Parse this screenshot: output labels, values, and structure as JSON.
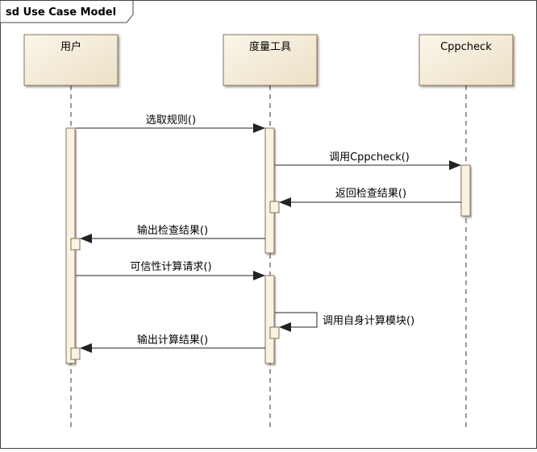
{
  "frame": {
    "title": "sd Use Case Model"
  },
  "participants": [
    {
      "id": "user",
      "label": "用户"
    },
    {
      "id": "tool",
      "label": "度量工具"
    },
    {
      "id": "cpp",
      "label": "Cppcheck"
    }
  ],
  "messages": [
    {
      "id": "m1",
      "from": "user",
      "to": "tool",
      "label": "选取规则()"
    },
    {
      "id": "m2",
      "from": "tool",
      "to": "cpp",
      "label": "调用Cppcheck()"
    },
    {
      "id": "m3",
      "from": "cpp",
      "to": "tool",
      "label": "返回检查结果()"
    },
    {
      "id": "m4",
      "from": "tool",
      "to": "user",
      "label": "输出检查结果()"
    },
    {
      "id": "m5",
      "from": "user",
      "to": "tool",
      "label": "可信性计算请求()"
    },
    {
      "id": "m6",
      "from": "tool",
      "to": "tool",
      "label": "调用自身计算模块()"
    },
    {
      "id": "m7",
      "from": "tool",
      "to": "user",
      "label": "输出计算结果()"
    }
  ],
  "colors": {
    "box_fill": "#f3ead7",
    "box_stroke": "#8c6f4f",
    "line": "#2b2b2b"
  }
}
